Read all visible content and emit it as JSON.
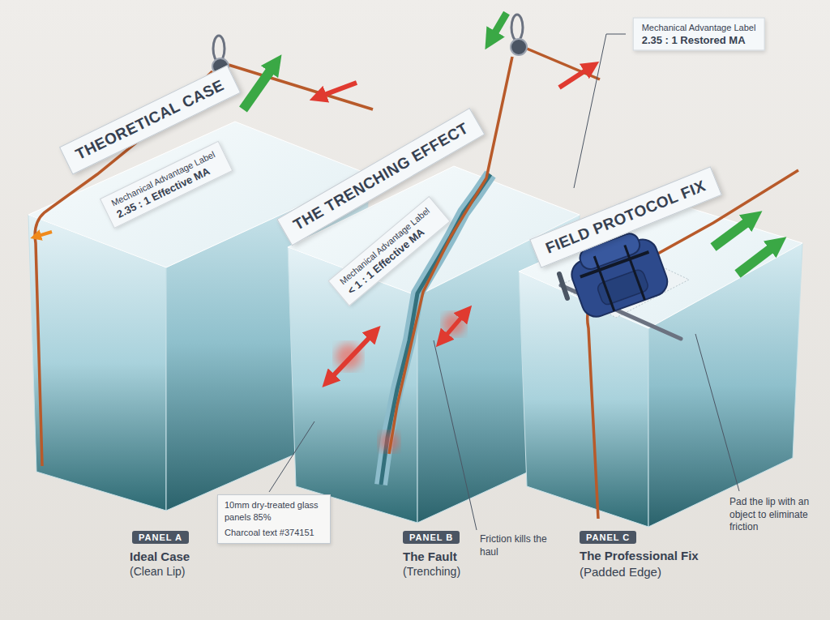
{
  "diagram": {
    "nodes": [
      {
        "text": [
          "THEORETICAL CASE"
        ]
      },
      {
        "text": [
          "Mechanical Advantage Label",
          "2.35 : 1 Effective MA"
        ]
      },
      {
        "text": [
          "THE TRENCHING EFFECT"
        ]
      },
      {
        "text": [
          "Mechanical Advantage Label",
          "< 1 : 1 Effective MA"
        ]
      },
      {
        "text": [
          "Mechanical Advantage Label",
          "2.35 : 1 Restored MA"
        ]
      },
      {
        "text": [
          "FIELD PROTOCOL FIX"
        ]
      },
      {
        "text": [
          "10mm dry-treated glass panels 85%",
          "Charcoal text #374151"
        ]
      },
      {
        "text": [
          "PANEL A"
        ]
      },
      {
        "text": [
          "PANEL B"
        ]
      },
      {
        "text": [
          "PANEL C"
        ]
      }
    ],
    "labels": [
      "Ideal Case",
      "(Clean Lip)",
      "The Fault",
      "(Trenching)",
      "The Professional Fix",
      "(Padded Edge)",
      "Friction kills the haul",
      "Pad the lip with an object to eliminate friction"
    ]
  }
}
